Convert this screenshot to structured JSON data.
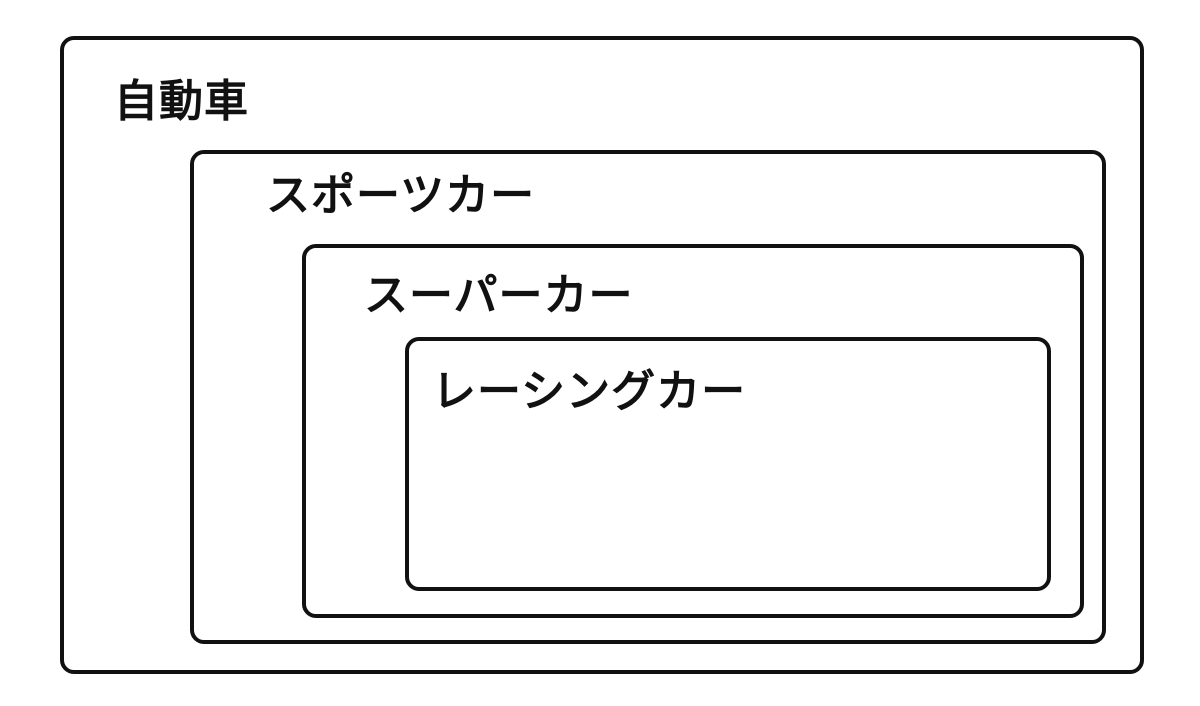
{
  "diagram": {
    "levels": [
      {
        "label": "自動車"
      },
      {
        "label": "スポーツカー"
      },
      {
        "label": "スーパーカー"
      },
      {
        "label": "レーシングカー"
      }
    ]
  }
}
